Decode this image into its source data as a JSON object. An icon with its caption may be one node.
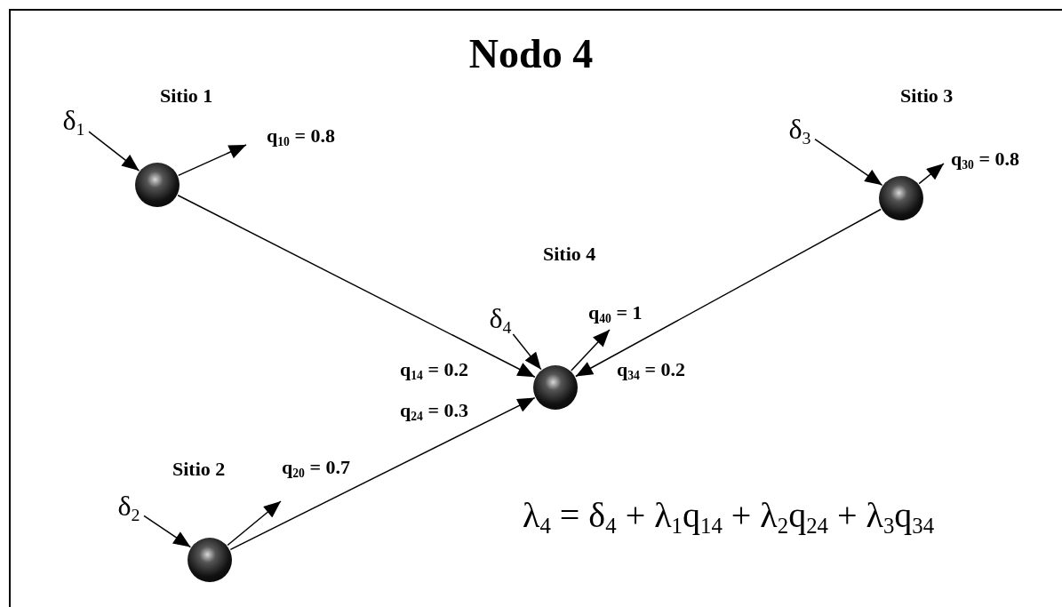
{
  "diagram": {
    "title": "Nodo 4",
    "nodes": [
      {
        "text": [
          "δ$_{1}$"
        ]
      },
      {
        "text": [],
        "shape": "circle",
        "beside": [
          "Sitio 1"
        ]
      },
      {
        "text": [
          "δ$_{3}$"
        ]
      },
      {
        "text": [],
        "shape": "circle",
        "beside": [
          "Sitio 3"
        ]
      },
      {
        "text": [
          "δ$_{4}$"
        ]
      },
      {
        "text": [],
        "shape": "circle"
      },
      {
        "text": [
          "δ$_{2}$"
        ]
      },
      {
        "text": [],
        "shape": "circle",
        "beside": [
          "Sitio 2"
        ]
      }
    ],
    "edges": [
      {
        "from": 0,
        "to": 1,
        "arrow": "to"
      },
      {
        "from": 1,
        "to": null,
        "arrow": "to",
        "label": "q$_{10}$ = 0.8"
      },
      {
        "from": 2,
        "to": 3,
        "arrow": "to"
      },
      {
        "from": 3,
        "to": null,
        "arrow": "to",
        "label": "q$_{30}$ = 0.8"
      },
      {
        "from": 4,
        "to": 5,
        "arrow": "to"
      },
      {
        "from": 5,
        "to": null,
        "arrow": "to",
        "label": "q$_{40}$ = 1"
      },
      {
        "from": 1,
        "to": 5,
        "arrow": "to",
        "label": "q$_{14}$ = 0.2"
      },
      {
        "from": 3,
        "to": 5,
        "arrow": "to",
        "label": "q$_{34}$ = 0.2"
      },
      {
        "from": 7,
        "to": 5,
        "arrow": "to",
        "label": "q$_{24}$ = 0.3"
      },
      {
        "from": 6,
        "to": 7,
        "arrow": "to"
      },
      {
        "from": 7,
        "to": null,
        "arrow": "to",
        "label": "q$_{20}$ = 0.7"
      }
    ],
    "labels": [
      "Sitio 4",
      "λ$_{4}$ = δ$_{4}$ + λ$_{1}$q$_{14}$ + λ$_{2}$q$_{24}$ + λ$_{3}$q$_{34}$"
    ]
  }
}
